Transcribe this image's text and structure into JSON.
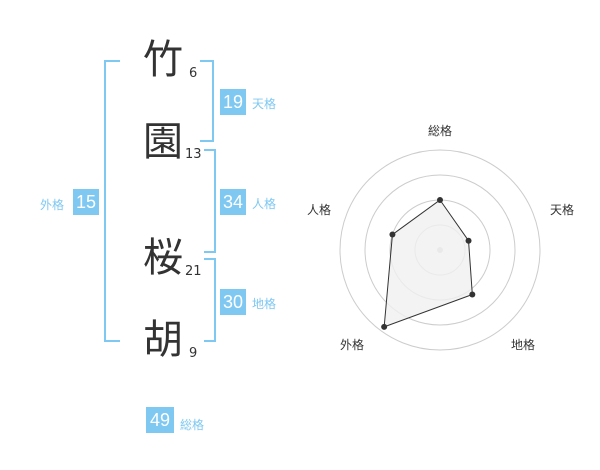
{
  "characters": [
    {
      "char": "竹",
      "strokes": "6"
    },
    {
      "char": "園",
      "strokes": "13"
    },
    {
      "char": "桜",
      "strokes": "21"
    },
    {
      "char": "胡",
      "strokes": "9"
    }
  ],
  "fortunes": {
    "tenkaku": {
      "value": "19",
      "label": "天格"
    },
    "jinkaku": {
      "value": "34",
      "label": "人格"
    },
    "chikaku": {
      "value": "30",
      "label": "地格"
    },
    "gaikaku": {
      "value": "15",
      "label": "外格"
    },
    "soukaku": {
      "value": "49",
      "label": "総格"
    }
  },
  "chart_data": {
    "type": "radar",
    "axes": [
      "総格",
      "天格",
      "地格",
      "外格",
      "人格"
    ],
    "values": [
      0.5,
      0.3,
      0.55,
      0.95,
      0.5
    ],
    "rings": 4,
    "colors": {
      "accent": "#7ec8f2",
      "fill": "#f0f0f0",
      "line": "#333333",
      "ring": "#cccccc"
    }
  }
}
